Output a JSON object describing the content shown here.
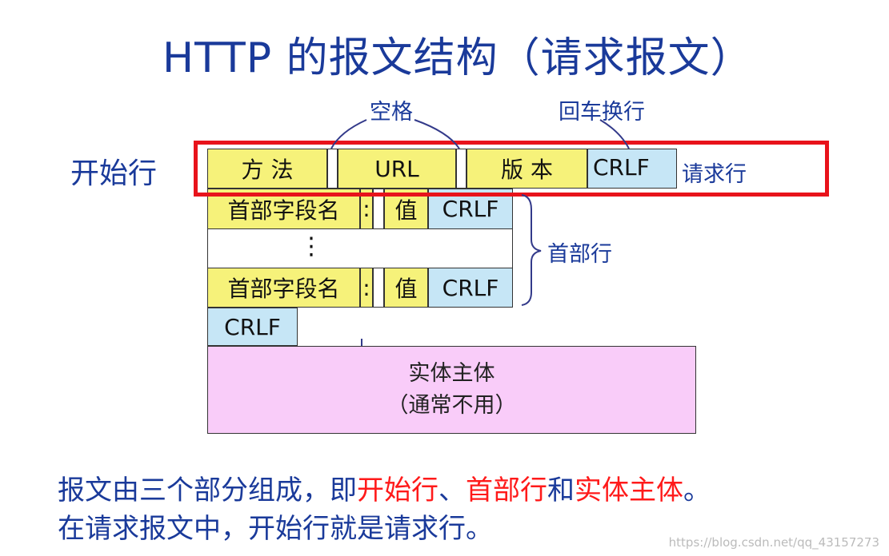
{
  "title": "HTTP 的报文结构（请求报文）",
  "labels": {
    "space": "空格",
    "crlf_annot": "回车换行",
    "start_line": "开始行",
    "request_line": "请求行",
    "header_lines": "首部行"
  },
  "request_line": {
    "method": "方  法",
    "url": "URL",
    "version": "版  本",
    "crlf": "CRLF"
  },
  "header_row": {
    "field_name": "首部字段名",
    "colon": ":",
    "value": "值",
    "crlf": "CRLF"
  },
  "ellipsis": "⋮",
  "blank_crlf": "CRLF",
  "entity_body": {
    "line1": "实体主体",
    "line2": "（通常不用）"
  },
  "summary": {
    "l1_a": "报文由三个部分组成，即",
    "l1_b": "开始行",
    "l1_c": "、",
    "l1_d": "首部行",
    "l1_e": "和",
    "l1_f": "实体主体",
    "l1_g": "。",
    "l2": "在请求报文中，开始行就是请求行。"
  },
  "watermark": "https://blog.csdn.net/qq_43157273"
}
